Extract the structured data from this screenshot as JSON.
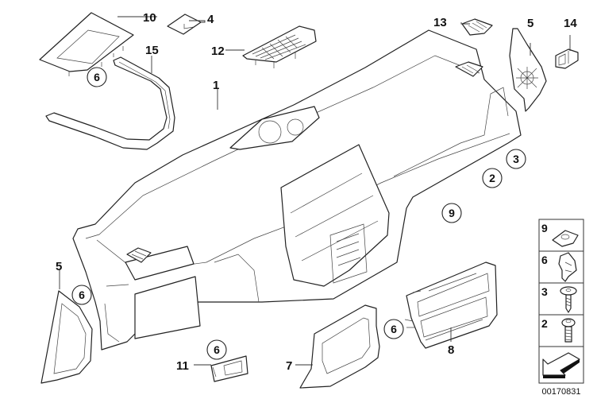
{
  "diagram": {
    "title": "Dashboard trim panel parts diagram",
    "drawing_number": "00170831",
    "callouts": [
      {
        "id": "c10",
        "label": "10"
      },
      {
        "id": "c4",
        "label": "4"
      },
      {
        "id": "c15",
        "label": "15"
      },
      {
        "id": "c12",
        "label": "12"
      },
      {
        "id": "c13",
        "label": "13"
      },
      {
        "id": "c5a",
        "label": "5"
      },
      {
        "id": "c14",
        "label": "14"
      },
      {
        "id": "c1",
        "label": "1"
      },
      {
        "id": "c5b",
        "label": "5"
      },
      {
        "id": "c11",
        "label": "11"
      },
      {
        "id": "c7",
        "label": "7"
      },
      {
        "id": "c8",
        "label": "8"
      }
    ],
    "circled_refs": [
      {
        "id": "r6a",
        "label": "6"
      },
      {
        "id": "r3",
        "label": "3"
      },
      {
        "id": "r2",
        "label": "2"
      },
      {
        "id": "r9",
        "label": "9"
      },
      {
        "id": "r6b",
        "label": "6"
      },
      {
        "id": "r6c",
        "label": "6"
      },
      {
        "id": "r6d",
        "label": "6"
      }
    ],
    "legend": {
      "items": [
        {
          "label": "9",
          "icon": "clip-nut-icon"
        },
        {
          "label": "6",
          "icon": "spring-clip-icon"
        },
        {
          "label": "3",
          "icon": "washer-screw-icon"
        },
        {
          "label": "2",
          "icon": "collar-screw-icon"
        }
      ],
      "direction_icon": "front-direction-arrow-icon"
    }
  }
}
